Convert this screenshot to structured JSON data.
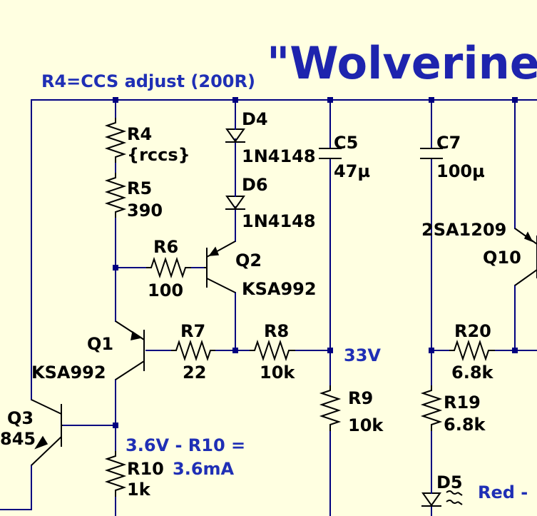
{
  "title": "\"Wolverine'",
  "notes": {
    "ccs_adjust": "R4=CCS adjust (200R)",
    "r10_calc_a": "3.6V - R10 =",
    "r10_calc_b": "3.6mA",
    "d5_color": "Red -"
  },
  "nets": {
    "rail": "33V"
  },
  "components": {
    "r4": {
      "ref": "R4",
      "value": "{rccs}"
    },
    "r5": {
      "ref": "R5",
      "value": "390"
    },
    "r6": {
      "ref": "R6",
      "value": "100"
    },
    "r7": {
      "ref": "R7",
      "value": "22"
    },
    "r8": {
      "ref": "R8",
      "value": "10k"
    },
    "r9": {
      "ref": "R9",
      "value": "10k"
    },
    "r10": {
      "ref": "R10",
      "value": "1k"
    },
    "r19": {
      "ref": "R19",
      "value": "6.8k"
    },
    "r20": {
      "ref": "R20",
      "value": "6.8k"
    },
    "d4": {
      "ref": "D4",
      "value": "1N4148"
    },
    "d6": {
      "ref": "D6",
      "value": "1N4148"
    },
    "d5": {
      "ref": "D5"
    },
    "c5": {
      "ref": "C5",
      "value": "47µ"
    },
    "c7": {
      "ref": "C7",
      "value": "100µ"
    },
    "q1": {
      "ref": "Q1",
      "value": "KSA992"
    },
    "q2": {
      "ref": "Q2",
      "value": "KSA992"
    },
    "q3": {
      "ref": "Q3",
      "value": "845"
    },
    "q10": {
      "ref": "Q10",
      "value": "2SA1209"
    }
  },
  "colors": {
    "background": "#FFFFE1",
    "wire": "#000080",
    "component": "#000000",
    "annotation": "#1F2FB5",
    "title": "#1E24AE"
  }
}
